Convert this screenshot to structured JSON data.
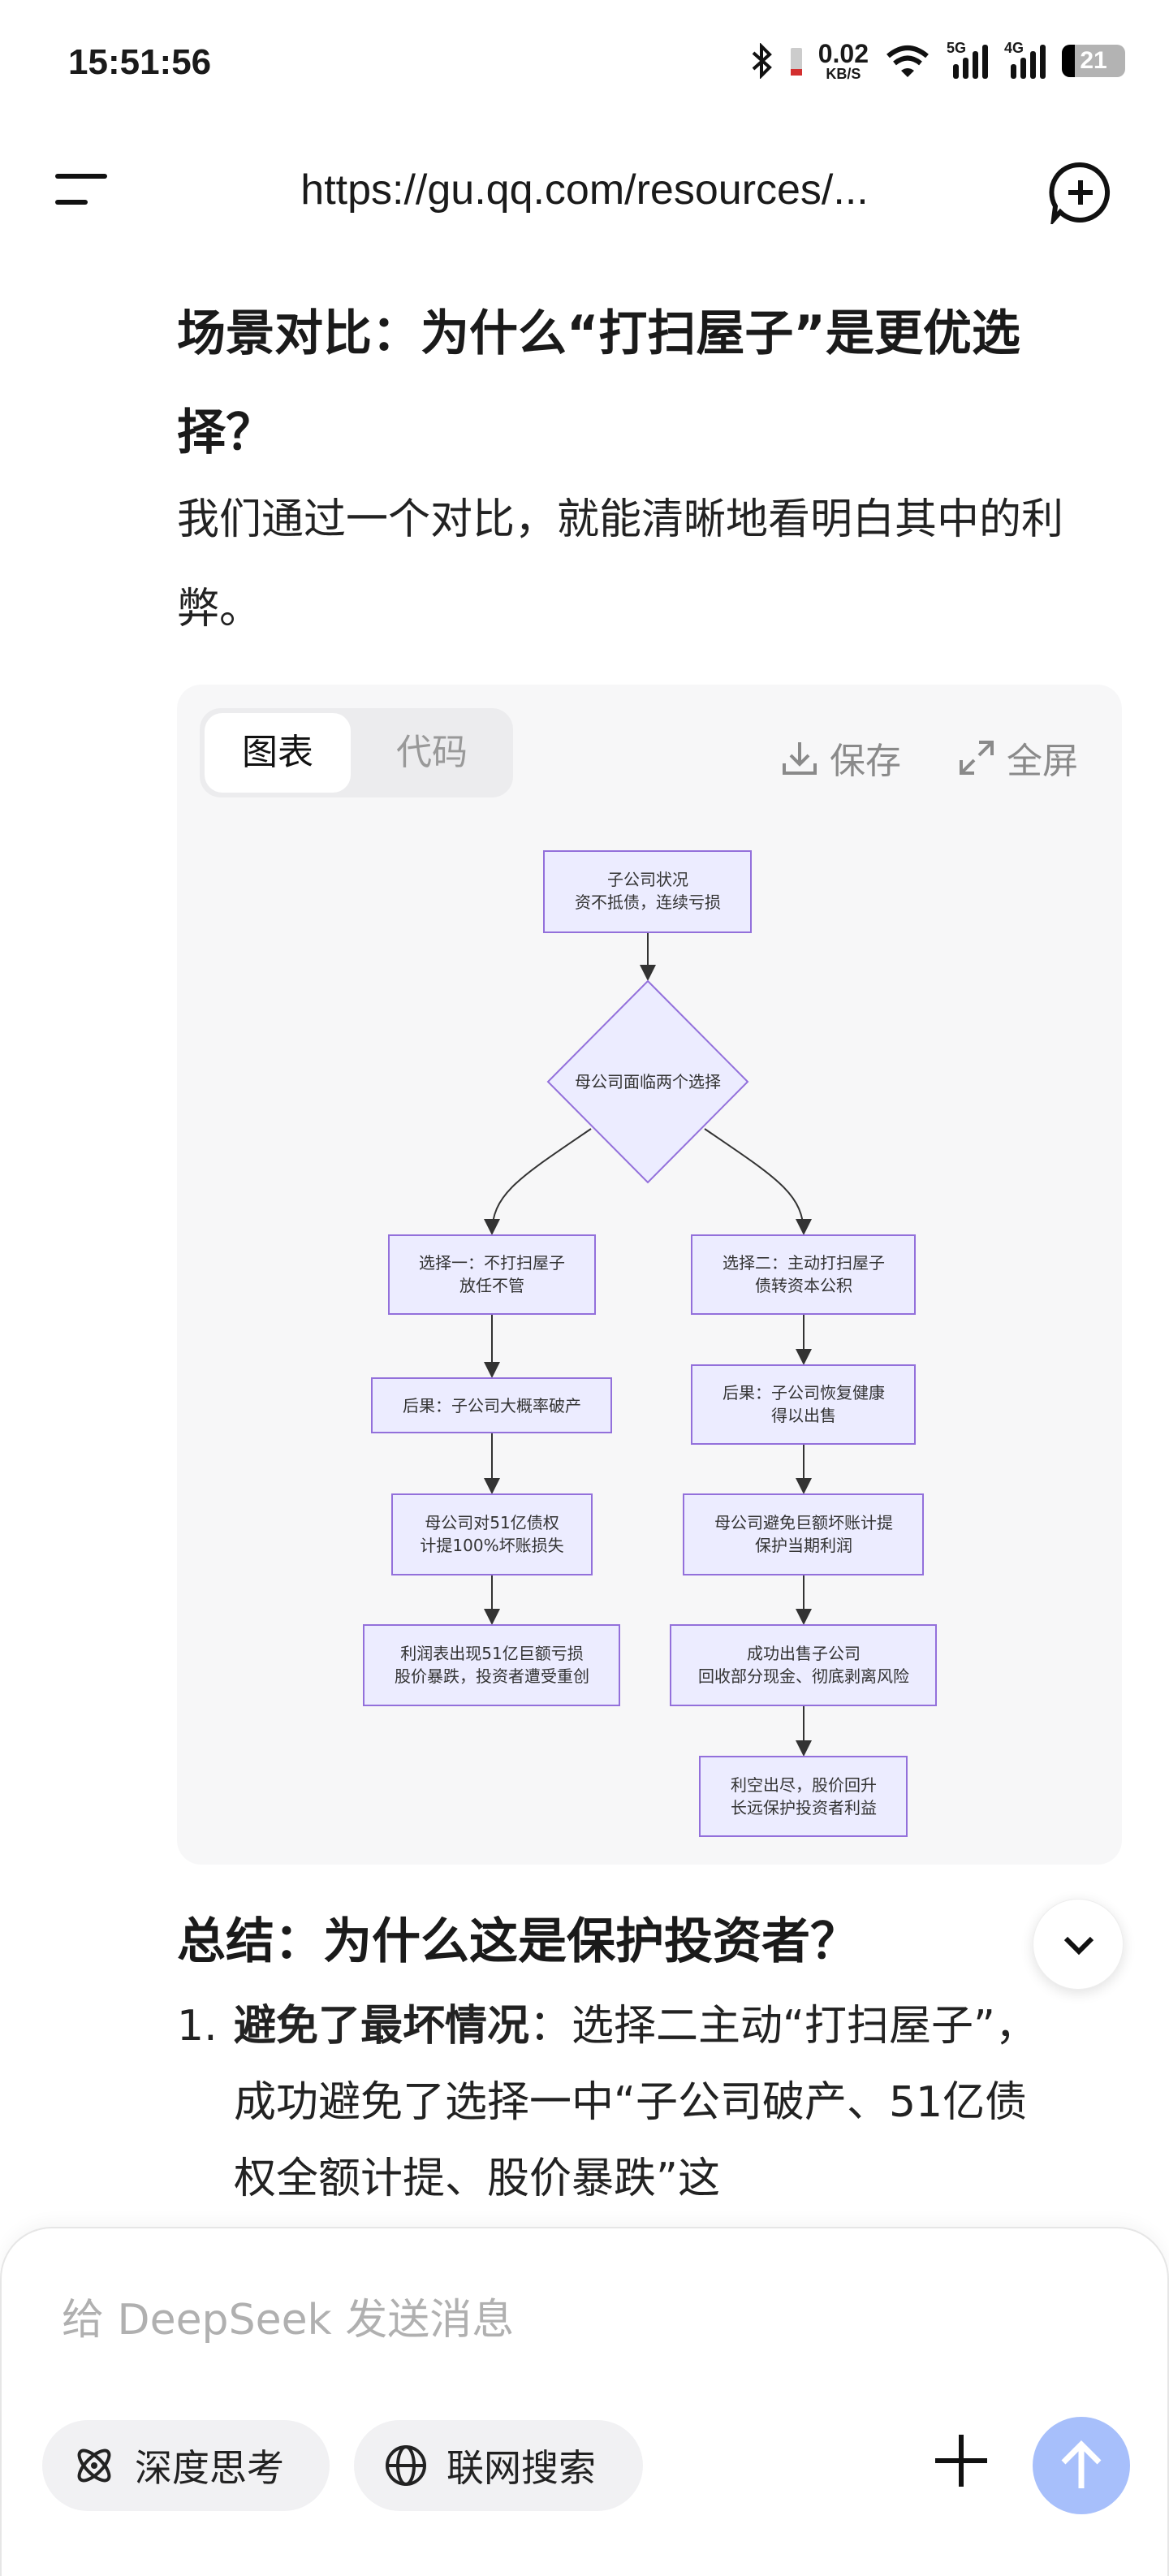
{
  "status_bar": {
    "time": "15:51:56",
    "net_speed": "0.02",
    "net_unit": "KB/S",
    "sim1": "5G",
    "sim2": "4G",
    "battery": "21"
  },
  "header": {
    "url": "https://gu.qq.com/resources/..."
  },
  "article": {
    "heading1": "场景对比：为什么“打扫屋子”是更优选择？",
    "intro": "我们通过一个对比，就能清晰地看明白其中的利弊。",
    "heading2": "总结：为什么这是保护投资者？",
    "list": [
      {
        "num": "1.",
        "bold": "避免了最坏情况",
        "text": "：选择二主动“打扫屋子”，成功避免了选择一中“子公司破产、51亿债权全额计提、股价暴跌”这"
      }
    ]
  },
  "chart_card": {
    "tabs": [
      {
        "label": "图表",
        "active": true
      },
      {
        "label": "代码",
        "active": false
      }
    ],
    "save_label": "保存",
    "fullscreen_label": "全屏",
    "colors": {
      "node_fill": "#ececff",
      "node_stroke": "#9370db",
      "edge": "#333333"
    },
    "flowchart": {
      "start": [
        "子公司状况",
        "资不抵债，连续亏损"
      ],
      "decision": "母公司面临两个选择",
      "left": [
        [
          "选择一：不打扫屋子",
          "放任不管"
        ],
        [
          "后果：子公司大概率破产"
        ],
        [
          "母公司对51亿债权",
          "计提100%坏账损失"
        ],
        [
          "利润表出现51亿巨额亏损",
          "股价暴跌，投资者遭受重创"
        ]
      ],
      "right": [
        [
          "选择二：主动打扫屋子",
          "债转资本公积"
        ],
        [
          "后果：子公司恢复健康",
          "得以出售"
        ],
        [
          "母公司避免巨额坏账计提",
          "保护当期利润"
        ],
        [
          "成功出售子公司",
          "回收部分现金、彻底剥离风险"
        ],
        [
          "利空出尽，股价回升",
          "长远保护投资者利益"
        ]
      ]
    }
  },
  "composer": {
    "placeholder": "给 DeepSeek 发送消息",
    "deep_think_label": "深度思考",
    "web_search_label": "联网搜索",
    "send_color": "#a7bffb"
  }
}
